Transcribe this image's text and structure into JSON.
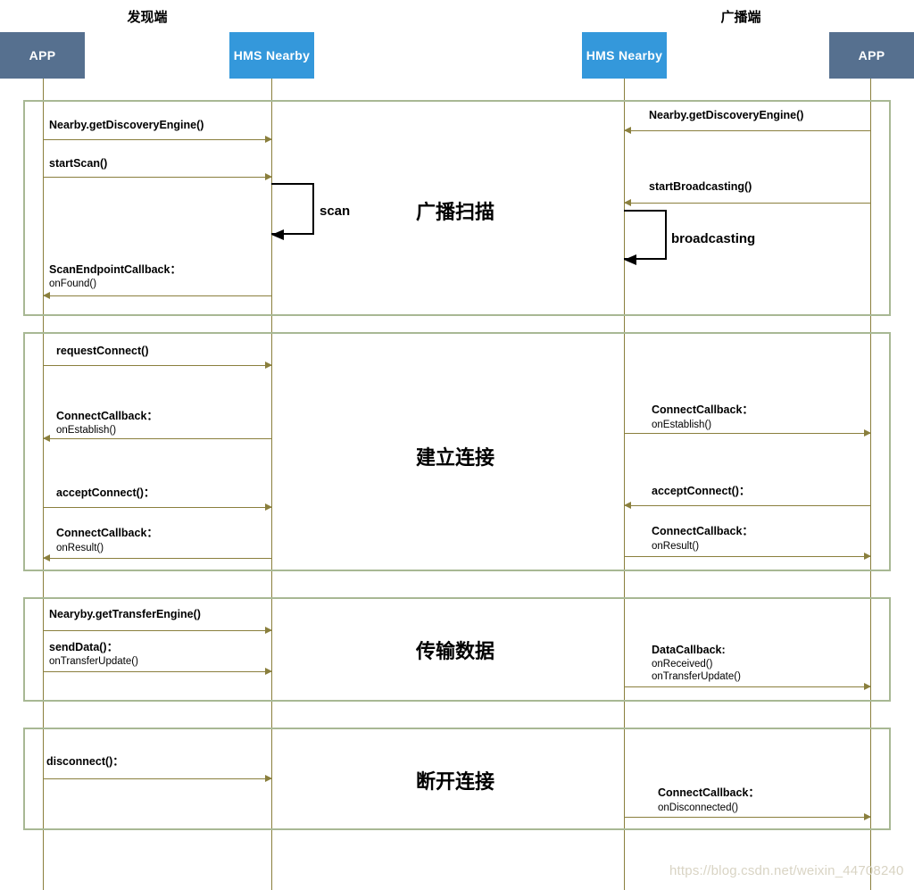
{
  "diagram": {
    "title_left": "发现端",
    "title_right": "广播端",
    "watermark": "https://blog.csdn.net/weixin_44708240"
  },
  "participants": [
    {
      "id": "app-left",
      "label": "APP",
      "color": "#56708f"
    },
    {
      "id": "hms-left",
      "label": "HMS Nearby",
      "color": "#3498db"
    },
    {
      "id": "hms-right",
      "label": "HMS Nearby",
      "color": "#3498db"
    },
    {
      "id": "app-right",
      "label": "APP",
      "color": "#56708f"
    }
  ],
  "fragments": [
    {
      "id": "scan",
      "center_label": "广播扫描",
      "left_messages": [
        {
          "label": "Nearby.getDiscoveryEngine()",
          "sub": "",
          "direction": "right"
        },
        {
          "label": "startScan()",
          "sub": "",
          "direction": "right"
        },
        {
          "label": "ScanEndpointCallback：",
          "sub": "onFound()",
          "direction": "left"
        }
      ],
      "right_messages": [
        {
          "label": "Nearby.getDiscoveryEngine()",
          "sub": "",
          "direction": "left"
        },
        {
          "label": "startBroadcasting()",
          "sub": "",
          "direction": "left"
        }
      ],
      "self_messages": [
        {
          "label": "scan",
          "side": "left"
        },
        {
          "label": "broadcasting",
          "side": "right"
        }
      ]
    },
    {
      "id": "connect",
      "center_label": "建立连接",
      "left_messages": [
        {
          "label": "requestConnect()",
          "sub": "",
          "direction": "right"
        },
        {
          "label": "ConnectCallback：",
          "sub": "onEstablish()",
          "direction": "left"
        },
        {
          "label": "acceptConnect()：",
          "sub": "",
          "direction": "right"
        },
        {
          "label": "ConnectCallback：",
          "sub": "onResult()",
          "direction": "left"
        }
      ],
      "right_messages": [
        {
          "label": "ConnectCallback：",
          "sub": "onEstablish()",
          "direction": "right"
        },
        {
          "label": "acceptConnect()：",
          "sub": "",
          "direction": "left"
        },
        {
          "label": "ConnectCallback：",
          "sub": "onResult()",
          "direction": "right"
        }
      ],
      "self_messages": []
    },
    {
      "id": "transfer",
      "center_label": "传输数据",
      "left_messages": [
        {
          "label": "Nearyby.getTransferEngine()",
          "sub": "",
          "direction": "right"
        },
        {
          "label": "sendData()：",
          "sub": "onTransferUpdate()",
          "direction": "right"
        }
      ],
      "right_messages": [
        {
          "label": "DataCallback:",
          "sub": "onReceived()\nonTransferUpdate()",
          "direction": "right"
        }
      ],
      "self_messages": []
    },
    {
      "id": "disconnect",
      "center_label": "断开连接",
      "left_messages": [
        {
          "label": "disconnect()：",
          "sub": "",
          "direction": "right"
        }
      ],
      "right_messages": [
        {
          "label": "ConnectCallback：",
          "sub": "onDisconnected()",
          "direction": "right"
        }
      ],
      "self_messages": []
    }
  ],
  "colors": {
    "app_box": "#56708f",
    "hms_box": "#3498db",
    "frame": "#a8b894",
    "message_line": "#8a7f3d",
    "self_message": "#000000",
    "watermark": "#d9d4c4"
  }
}
